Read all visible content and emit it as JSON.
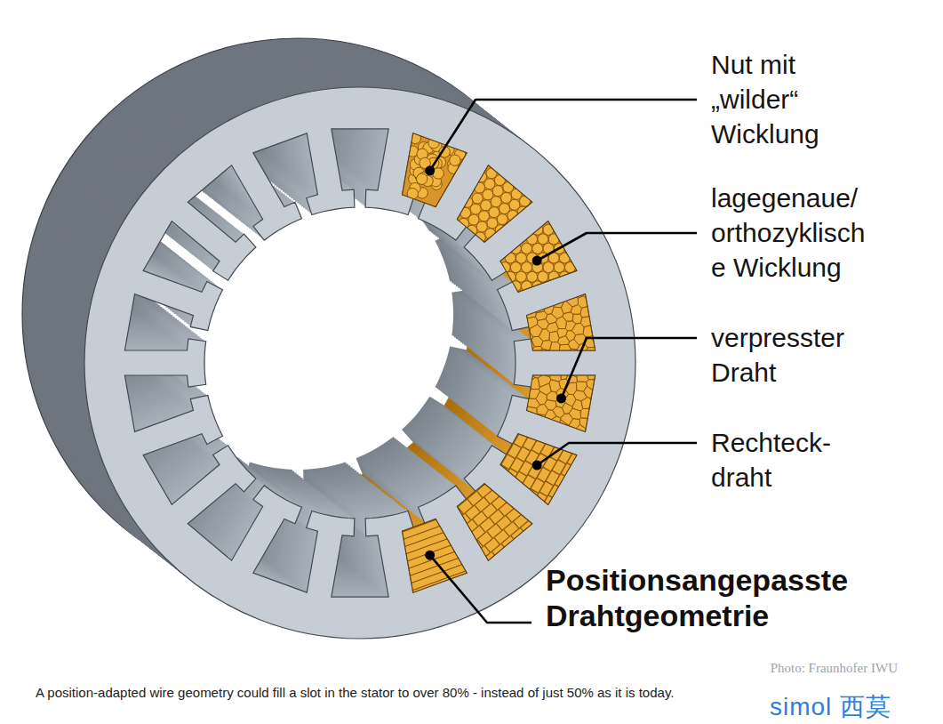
{
  "diagram": {
    "caption": "A position-adapted wire geometry could fill a slot in the stator to over 80% - instead of just 50% as it is today.",
    "labels": [
      "Nut mit „wilder“ Wicklung",
      "lagegenaue/ orthozyklisch e Wicklung",
      "verpresster Draht",
      "Rechteck- draht",
      "Positionsangepasste Drahtgeometrie",
      "Photo: Fraunhofer IWU",
      "simol 西莫"
    ]
  }
}
